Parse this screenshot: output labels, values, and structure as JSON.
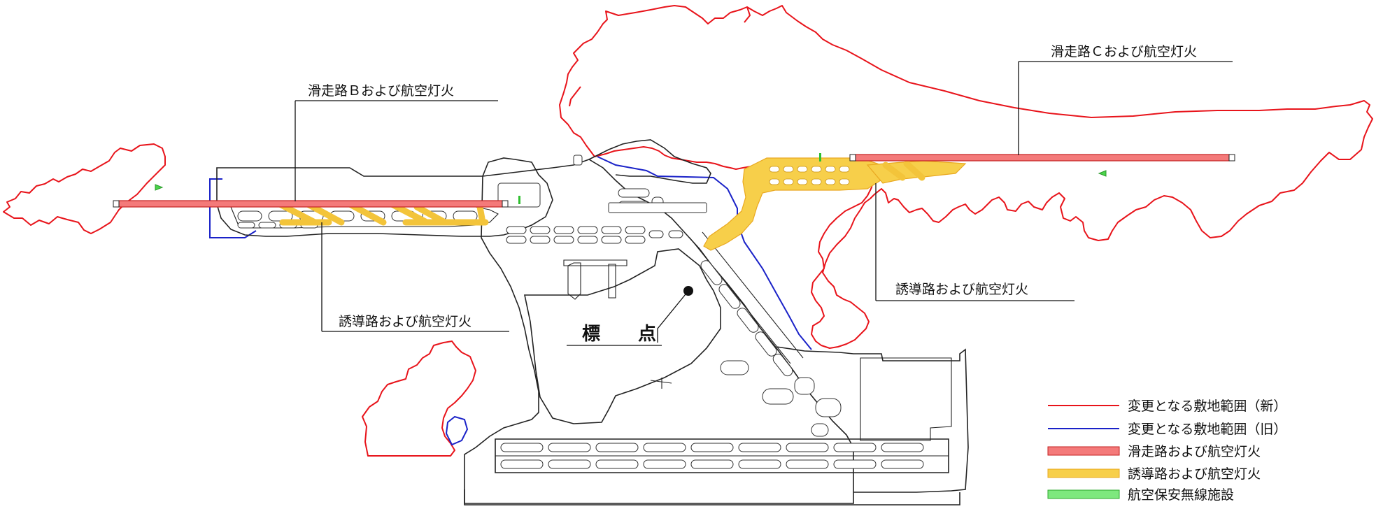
{
  "labels": {
    "runway_b": "滑走路Ｂおよび航空灯火",
    "runway_c": "滑走路Ｃおよび航空灯火",
    "taxiway_west": "誘導路および航空灯火",
    "taxiway_east": "誘導路および航空灯火",
    "benchmark": "標　点"
  },
  "legend": {
    "items": [
      {
        "label": "変更となる敷地範囲（新）",
        "color": "#e8141b",
        "style": "line"
      },
      {
        "label": "変更となる敷地範囲（旧）",
        "color": "#1a22c8",
        "style": "line"
      },
      {
        "label": "滑走路および航空灯火",
        "color": "#f47a7a",
        "style": "bar"
      },
      {
        "label": "誘導路および航空灯火",
        "color": "#f7cf4a",
        "style": "bar"
      },
      {
        "label": "航空保安無線施設",
        "color": "#7ee87e",
        "style": "bar"
      }
    ]
  }
}
